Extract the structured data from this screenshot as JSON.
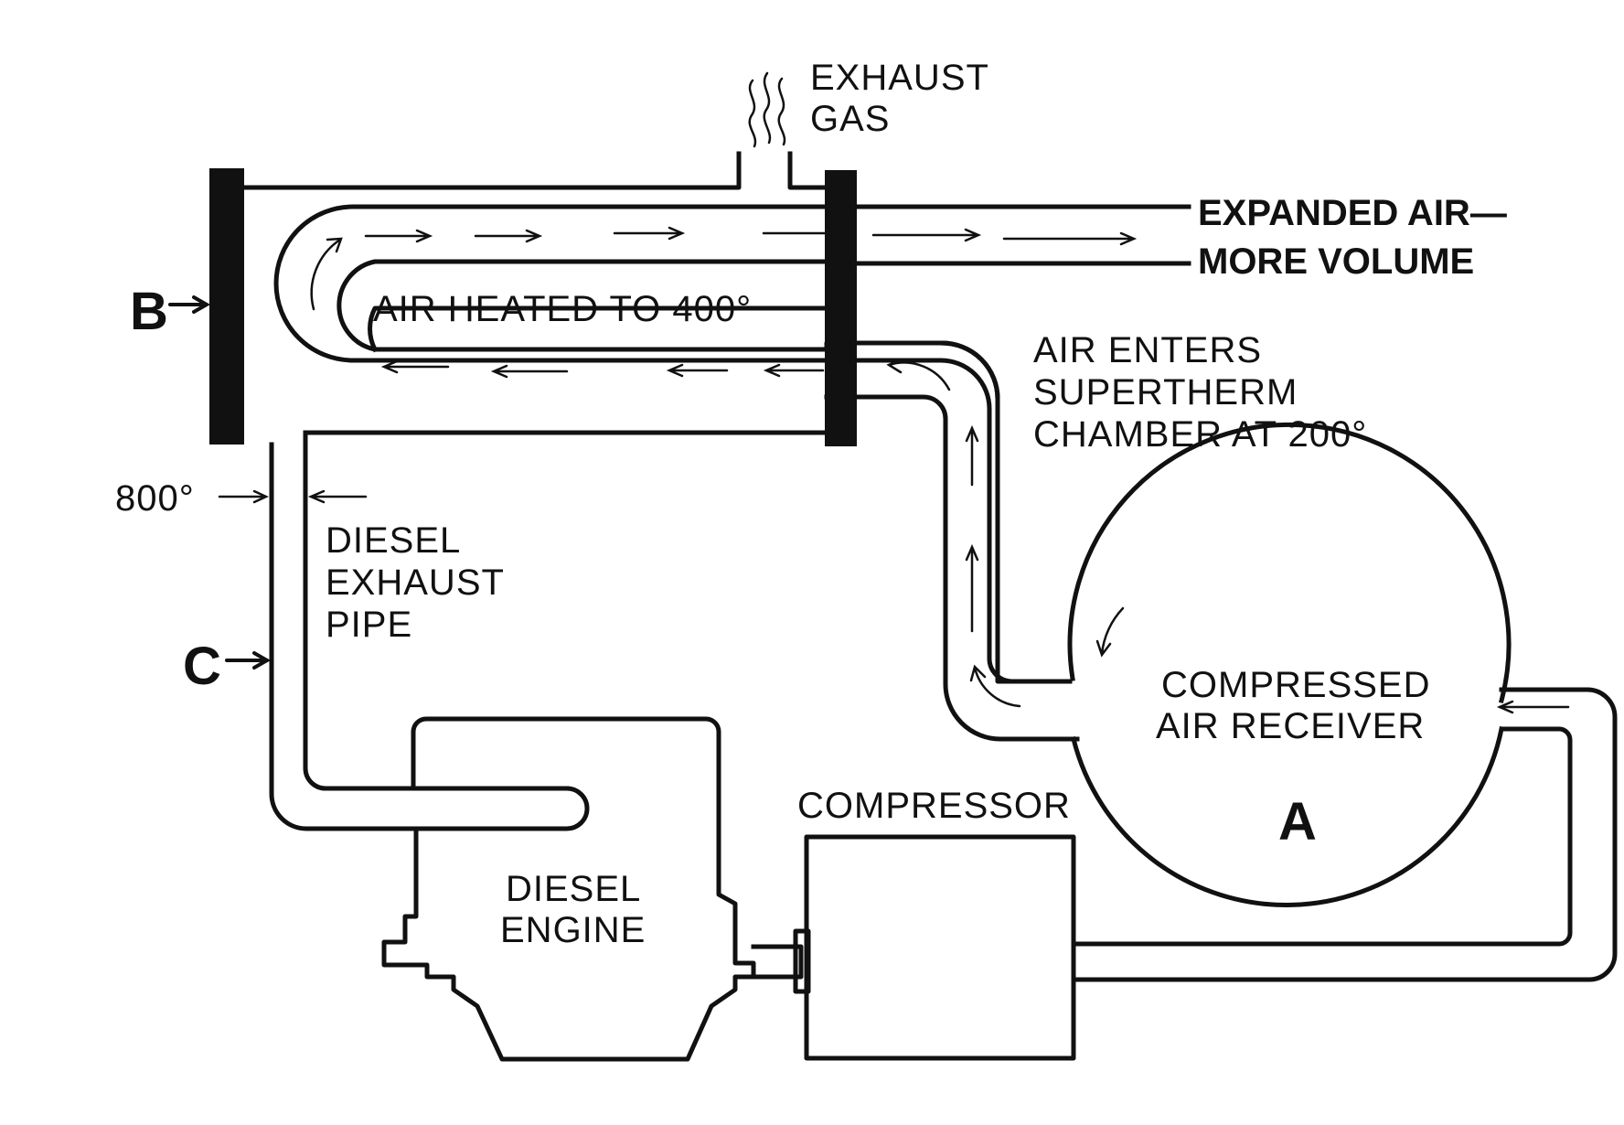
{
  "labels": {
    "exhaust_gas": [
      "EXHAUST",
      "GAS"
    ],
    "expanded_air": [
      "EXPANDED AIR—",
      "MORE VOLUME"
    ],
    "air_heated": "AIR HEATED TO 400°",
    "air_enters": [
      "AIR ENTERS",
      "SUPERTHERM",
      "CHAMBER AT 200°"
    ],
    "temp_800": "800°",
    "diesel_exhaust_pipe": [
      "DIESEL",
      "EXHAUST",
      "PIPE"
    ],
    "compressed_air_receiver": [
      "COMPRESSED",
      "AIR RECEIVER"
    ],
    "compressor": "COMPRESSOR",
    "diesel_engine": [
      "DIESEL",
      "ENGINE"
    ],
    "marker_a": "A",
    "marker_b": "B",
    "marker_c": "C"
  }
}
